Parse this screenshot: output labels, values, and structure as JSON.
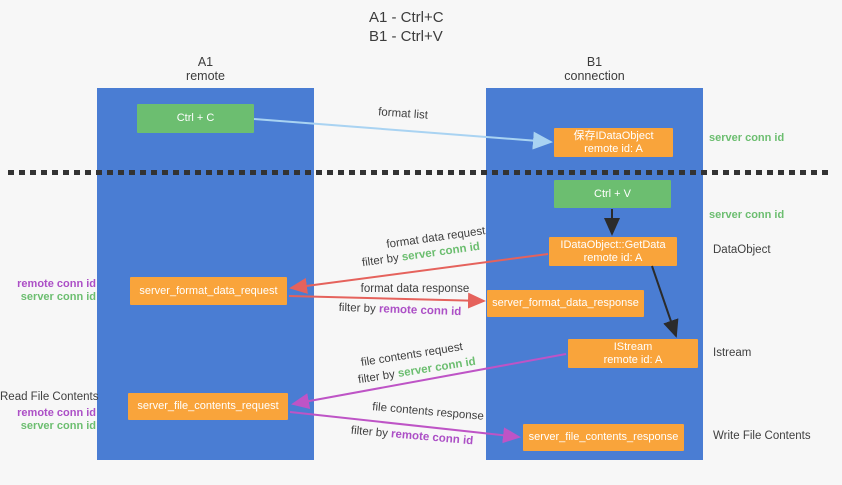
{
  "title": {
    "line1": "A1 - Ctrl+C",
    "line2": "B1 - Ctrl+V"
  },
  "columns": {
    "a": {
      "id": "A1",
      "subtitle": "remote"
    },
    "b": {
      "id": "B1",
      "subtitle": "connection"
    }
  },
  "boxes": {
    "ctrl_c": "Ctrl + C",
    "ctrl_v": "Ctrl + V",
    "save_dataobject": {
      "line1": "保存IDataObject",
      "line2": "remote id: A"
    },
    "getdata": {
      "line1": "IDataObject::GetData",
      "line2": "remote id: A"
    },
    "istream": {
      "line1": "IStream",
      "line2": "remote id: A"
    },
    "format_request": "server_format_data_request",
    "format_response": "server_format_data_response",
    "file_request": "server_file_contents_request",
    "file_response": "server_file_contents_response"
  },
  "arrow_labels": {
    "format_list": "format list",
    "format_data_request": "format data request",
    "format_data_response": "format data response",
    "file_contents_request": "file contents request",
    "file_contents_response": "file contents response",
    "filter_prefix": "filter by ",
    "server_conn_id": "server conn id",
    "remote_conn_id": "remote conn id"
  },
  "side_labels": {
    "left": {
      "remote_conn_id": "remote conn id",
      "server_conn_id": "server conn id",
      "read_file_contents": "Read File Contents"
    },
    "right": {
      "server_conn_id_top": "server conn id",
      "server_conn_id_mid": "server conn id",
      "dataobject": "DataObject",
      "istream": "Istream",
      "write_file_contents": "Write File Contents"
    }
  },
  "colors": {
    "column_blue": "#4a7dd3",
    "box_green": "#6cbe70",
    "box_orange": "#f9a43b",
    "arrow_lightblue": "#a9d3f2",
    "arrow_black": "#2b2b2b",
    "arrow_red": "#e5625c",
    "arrow_magenta": "#be54c6",
    "text_green": "#6cbe70",
    "text_purple": "#ac4fc6",
    "text_dark": "#3f3f3f",
    "background": "#f7f7f7"
  }
}
